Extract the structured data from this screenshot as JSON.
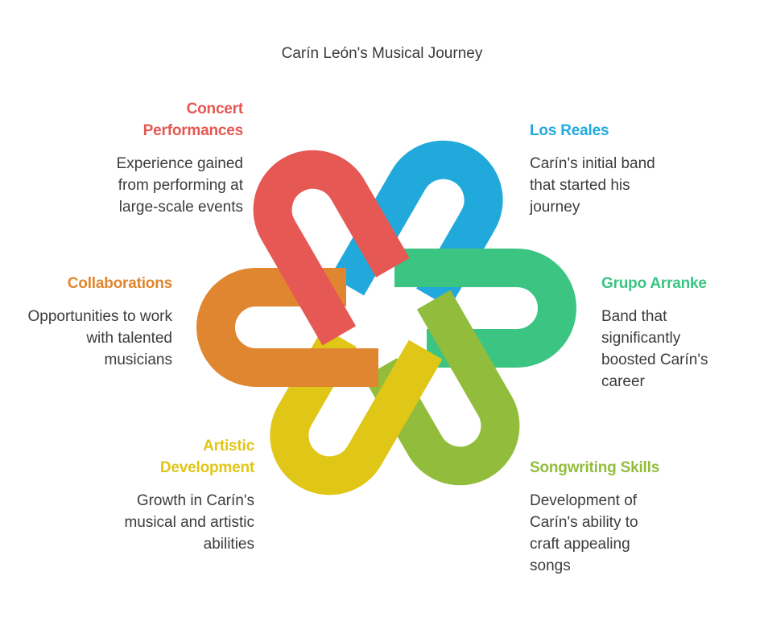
{
  "title": "Carín León's Musical Journey",
  "items": [
    {
      "heading": "Los Reales",
      "description": "Carín's initial band that started his journey",
      "color": "#22a9dc"
    },
    {
      "heading": "Grupo Arranke",
      "description": "Band that significantly boosted Carín's career",
      "color": "#3cc482"
    },
    {
      "heading": "Songwriting Skills",
      "description": "Development of Carín's ability to craft appealing songs",
      "color": "#92bd3c"
    },
    {
      "heading": "Artistic Development",
      "description": "Growth in Carín's musical and artistic abilities",
      "color": "#e0c616"
    },
    {
      "heading": "Collaborations",
      "description": "Opportunities to work with talented musicians",
      "color": "#e08630"
    },
    {
      "heading": "Concert Performances",
      "description": "Experience gained from performing at large-scale events",
      "color": "#e55853"
    }
  ]
}
